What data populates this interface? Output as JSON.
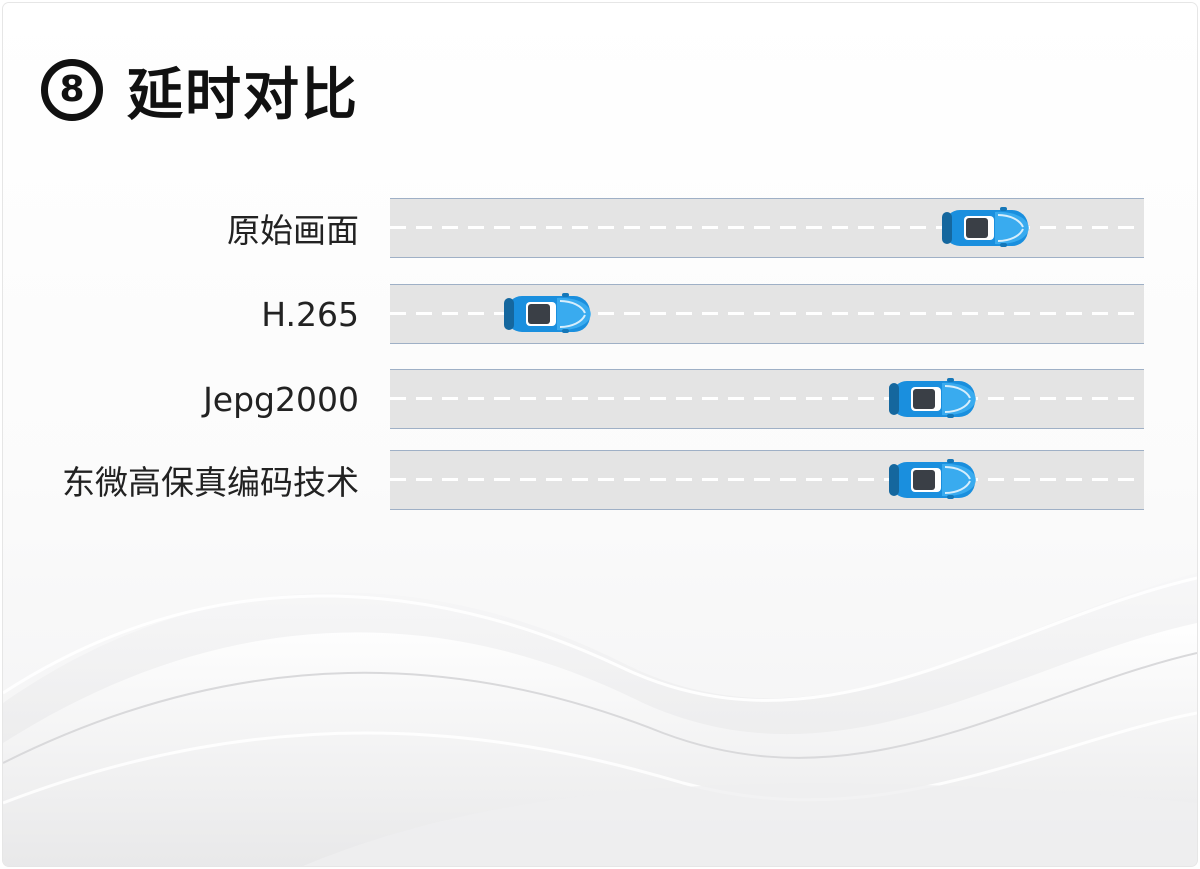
{
  "title": {
    "number": "8",
    "text": "延时对比"
  },
  "rows": [
    {
      "label": "原始画面",
      "car_position": 0.79,
      "car_icon": "blue-car-icon"
    },
    {
      "label": "H.265",
      "car_position": 0.21,
      "car_icon": "blue-car-icon"
    },
    {
      "label": "Jepg2000",
      "car_position": 0.72,
      "car_icon": "blue-car-icon"
    },
    {
      "label": "东微高保真编码技术",
      "car_position": 0.72,
      "car_icon": "blue-car-icon"
    }
  ],
  "colors": {
    "road": "#e4e4e4",
    "road_edge": "#9fb0c6",
    "lane_marking": "#ffffff",
    "car_body": "#1a8fde",
    "car_roof": "#3a3f46"
  }
}
